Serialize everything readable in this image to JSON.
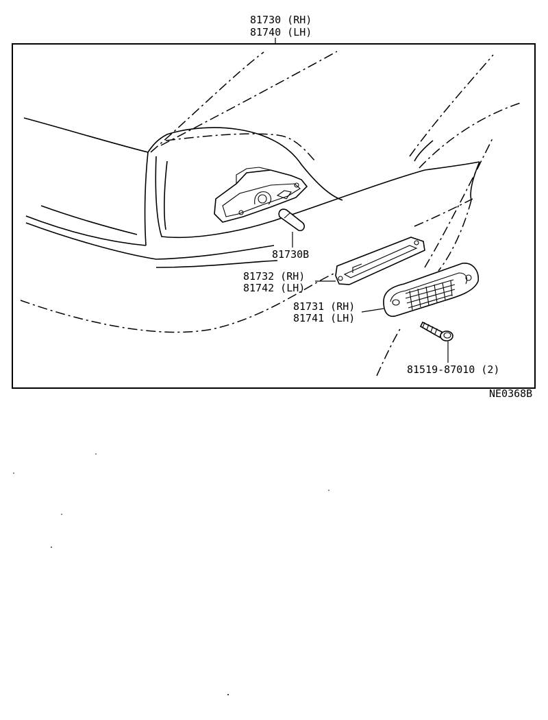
{
  "diagram": {
    "labels": {
      "top_rh": "81730 (RH)",
      "top_lh": "81740 (LH)",
      "bulb": "81730B",
      "gasket_rh": "81732 (RH)",
      "gasket_lh": "81742 (LH)",
      "lens_rh": "81731 (RH)",
      "lens_lh": "81741 (LH)",
      "screw": "81519-87010 (2)",
      "drawing_code": "NE0368B"
    },
    "icons": [
      "side-marker-lamp-housing-icon",
      "bulb-icon",
      "gasket-icon",
      "lamp-lens-icon",
      "screw-icon"
    ]
  }
}
